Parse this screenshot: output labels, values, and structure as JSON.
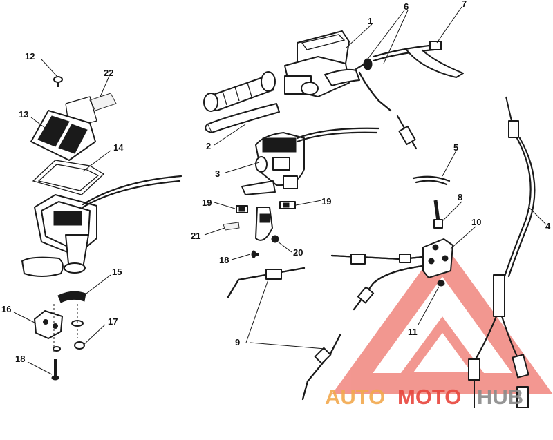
{
  "callouts": {
    "c1": "1",
    "c2": "2",
    "c3": "3",
    "c4": "4",
    "c5": "5",
    "c6": "6",
    "c7": "7",
    "c8": "8",
    "c9": "9",
    "c10": "10",
    "c11": "11",
    "c12": "12",
    "c13": "13",
    "c14": "14",
    "c15": "15",
    "c16": "16",
    "c17": "17",
    "c18a": "18",
    "c18b": "18",
    "c19a": "19",
    "c19b": "19",
    "c20": "20",
    "c21": "21",
    "c22": "22"
  },
  "watermark": {
    "part1": "AUTO",
    "part2": "MOTO",
    "part3": "HUB",
    "color_accent": "#e8453c",
    "color_orange": "#f2a94e",
    "color_gray": "#8a8a8a"
  }
}
